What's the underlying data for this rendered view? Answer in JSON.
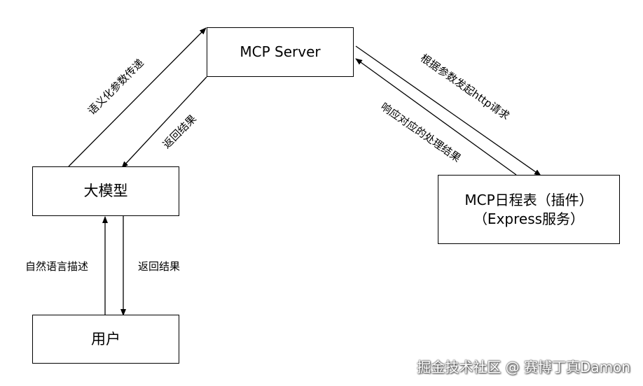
{
  "nodes": {
    "mcp_server": "MCP Server",
    "llm": "大模型",
    "user": "用户",
    "scheduler_line1": "MCP日程表（插件）",
    "scheduler_line2": "（Express服务）"
  },
  "edges": {
    "llm_to_server": "语义化参数传递",
    "server_to_llm": "返回结果",
    "server_to_scheduler": "根据参数发起http请求",
    "scheduler_to_server": "响应对应的处理结果",
    "user_to_llm": "自然语言描述",
    "llm_to_user": "返回结果"
  },
  "watermark": "掘金技术社区 @ 赛博丁真Damon",
  "colors": {
    "line": "#000000",
    "background": "#ffffff"
  }
}
